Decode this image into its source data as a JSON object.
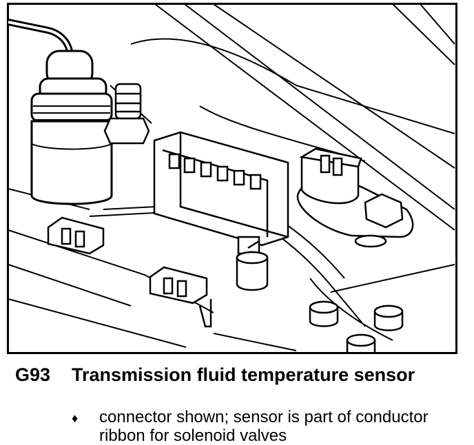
{
  "caption": {
    "code": "G93",
    "title": "Transmission fluid temperature sensor",
    "bullet_symbol": "♦",
    "note": "connector shown; sensor is part of conductor ribbon for solenoid valves"
  }
}
